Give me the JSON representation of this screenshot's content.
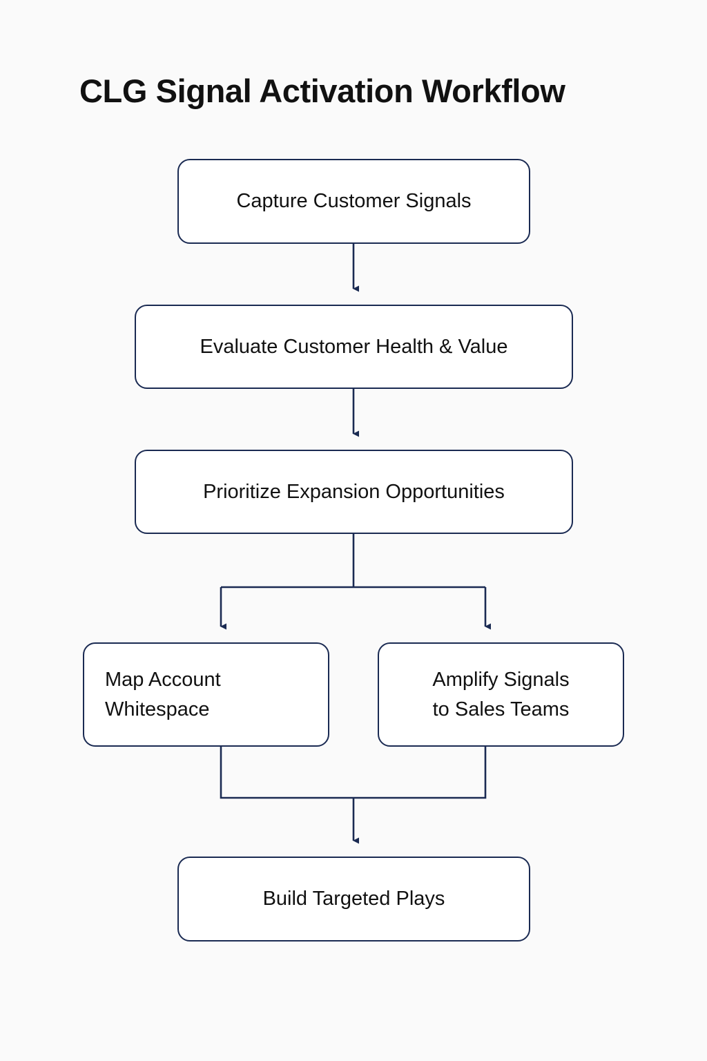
{
  "page": {
    "title": "CLG Signal Activation Workflow",
    "background_color": "#fafafa",
    "accent_color": "#1a2a52",
    "text_color": "#111111",
    "node_fill_color": "#ffffff"
  },
  "diagram": {
    "type": "flowchart",
    "orientation": "top-to-bottom",
    "nodes": [
      {
        "id": "capture",
        "label": "Capture Customer Signals"
      },
      {
        "id": "evaluate",
        "label": "Evaluate Customer Health & Value"
      },
      {
        "id": "prioritize",
        "label": "Prioritize Expansion Opportunities"
      },
      {
        "id": "map_whitespace",
        "label": "Map Account\nWhitespace"
      },
      {
        "id": "amplify",
        "label": "Amplify Signals\nto Sales Teams"
      },
      {
        "id": "build_plays",
        "label": "Build Targeted Plays"
      }
    ],
    "edges": [
      {
        "from": "capture",
        "to": "evaluate"
      },
      {
        "from": "evaluate",
        "to": "prioritize"
      },
      {
        "from": "prioritize",
        "to": "map_whitespace"
      },
      {
        "from": "prioritize",
        "to": "amplify"
      },
      {
        "from": "map_whitespace",
        "to": "build_plays"
      },
      {
        "from": "amplify",
        "to": "build_plays"
      }
    ]
  }
}
